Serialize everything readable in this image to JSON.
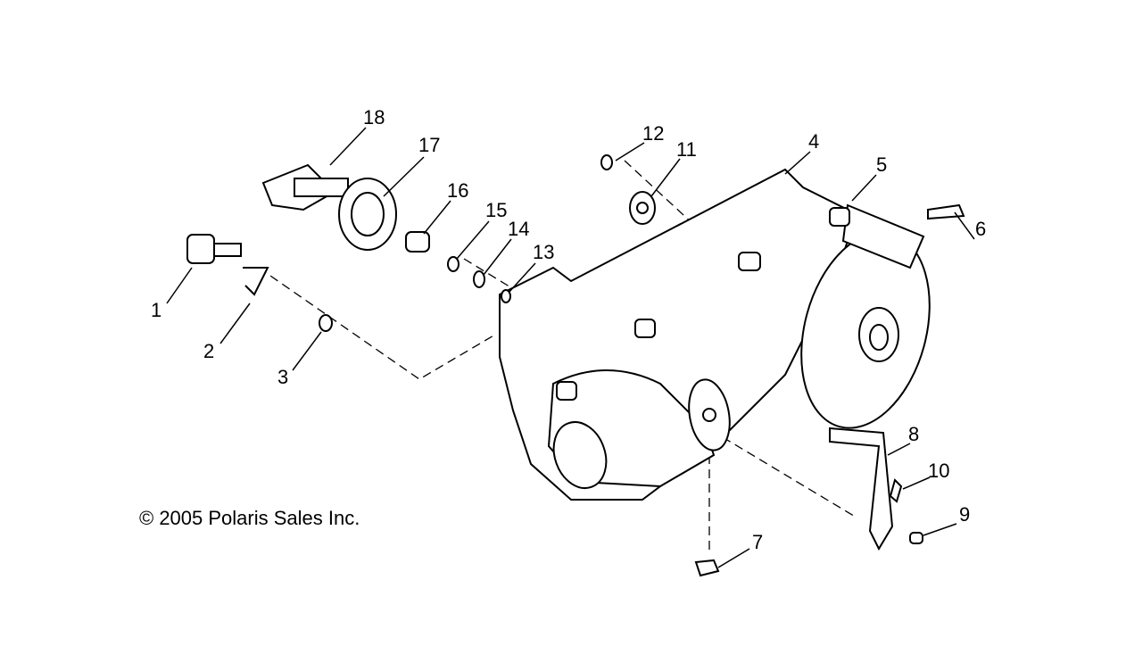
{
  "diagram": {
    "title": "Clutch cover / kick starter exploded view",
    "copyright": "© 2005 Polaris Sales Inc.",
    "callouts": [
      "1",
      "2",
      "3",
      "4",
      "5",
      "6",
      "7",
      "8",
      "9",
      "10",
      "11",
      "12",
      "13",
      "14",
      "15",
      "16",
      "17",
      "18"
    ]
  }
}
